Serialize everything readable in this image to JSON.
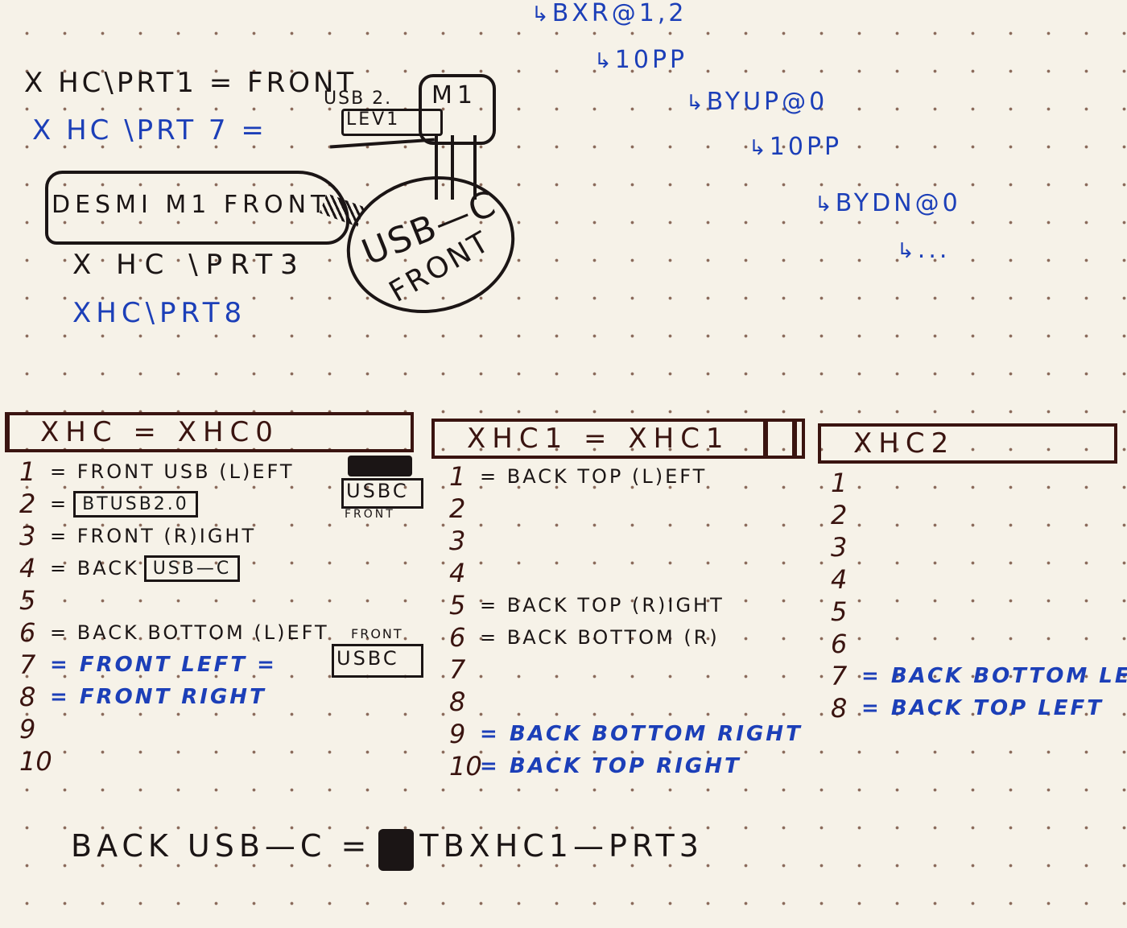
{
  "notes_top": {
    "prt1": "X HC\\PRT1 = FRONT",
    "front_usb2": "FRONT",
    "usb2": "USB 2.",
    "lev1": "LEV1",
    "m1": "M1",
    "prt7": "X HC \\PRT 7 =",
    "desmi": "DESMI M1 FRONT",
    "usbc": "USB—C",
    "usbc_front": "FRONT",
    "prt3": "X HC \\PRT3",
    "prt8": "XHC\\PRT8"
  },
  "path": [
    "BXR@1,2",
    "10PP",
    "BYUP@0",
    "10PP",
    "BYDN@0",
    "..."
  ],
  "path_arrow": "↳",
  "columns": [
    {
      "header": "XHC = XHC0",
      "rows": [
        {
          "num": "1",
          "desc": "= FRONT USB (L)EFT",
          "color": "black"
        },
        {
          "num": "2",
          "desc": "=",
          "tag": "BTUSB2.0",
          "color": "black"
        },
        {
          "num": "3",
          "desc": "= FRONT (R)IGHT",
          "color": "black"
        },
        {
          "num": "4",
          "desc": "= BACK",
          "tag": "USB—C",
          "color": "black"
        },
        {
          "num": "5",
          "desc": "",
          "color": "black"
        },
        {
          "num": "6",
          "desc": "= BACK BOTTOM (L)EFT",
          "color": "black"
        },
        {
          "num": "7",
          "desc": "= FRONT LEFT =",
          "color": "blue"
        },
        {
          "num": "8",
          "desc": "= FRONT RIGHT",
          "color": "blue"
        },
        {
          "num": "9",
          "desc": "",
          "color": "black"
        },
        {
          "num": "10",
          "desc": "",
          "color": "black"
        }
      ],
      "side_usbc": "USBC",
      "side_usbc_sub": "FRONT",
      "front_label_7": "FRONT",
      "usbc_7": "USBC"
    },
    {
      "header": "XHC1 = XHC1",
      "rows": [
        {
          "num": "1",
          "desc": "= BACK TOP (L)EFT",
          "color": "black"
        },
        {
          "num": "2",
          "desc": "",
          "color": "black"
        },
        {
          "num": "3",
          "desc": "",
          "color": "black"
        },
        {
          "num": "4",
          "desc": "",
          "color": "black"
        },
        {
          "num": "5",
          "desc": "= BACK TOP (R)IGHT",
          "color": "black"
        },
        {
          "num": "6",
          "desc": "= BACK BOTTOM (R)",
          "color": "black"
        },
        {
          "num": "7",
          "desc": "",
          "color": "black"
        },
        {
          "num": "8",
          "desc": "",
          "color": "black"
        },
        {
          "num": "9",
          "desc": "= BACK BOTTOM RIGHT",
          "color": "blue"
        },
        {
          "num": "10",
          "desc": "= BACK TOP RIGHT",
          "color": "blue"
        }
      ]
    },
    {
      "header": "XHC2",
      "rows": [
        {
          "num": "1",
          "desc": "",
          "color": "black"
        },
        {
          "num": "2",
          "desc": "",
          "color": "black"
        },
        {
          "num": "3",
          "desc": "",
          "color": "black"
        },
        {
          "num": "4",
          "desc": "",
          "color": "black"
        },
        {
          "num": "5",
          "desc": "",
          "color": "black"
        },
        {
          "num": "6",
          "desc": "",
          "color": "black"
        },
        {
          "num": "7",
          "desc": "= BACK BOTTOM LEFT",
          "color": "blue"
        },
        {
          "num": "8",
          "desc": "= BACK TOP LEFT",
          "color": "blue"
        }
      ]
    }
  ],
  "bottom": {
    "text": "BACK USB—C =",
    "target": "TBXHC1—PRT3"
  },
  "colors": {
    "paper": "#f6f2e8",
    "ink_black": "#1b1515",
    "ink_blue": "#1c3fb8",
    "ink_brown": "#3a1410"
  }
}
